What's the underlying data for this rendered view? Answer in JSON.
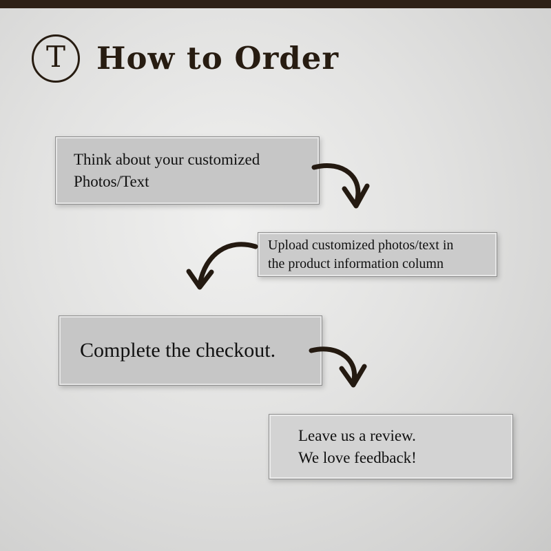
{
  "header": {
    "logo_letter": "T",
    "title": "How to Order"
  },
  "steps": [
    {
      "line1": "Think about your customized",
      "line2": "Photos/Text"
    },
    {
      "line1": "Upload customized photos/text in",
      "line2": "the product information column"
    },
    {
      "line1": "Complete the checkout.",
      "line2": ""
    },
    {
      "line1": "Leave us a review.",
      "line2": "We love feedback!"
    }
  ],
  "colors": {
    "top_bar": "#2e2117",
    "title_brown": "#271c11",
    "arrow": "#241a11",
    "box_gray": "#c7c7c7",
    "background": "#e2e2e1"
  }
}
